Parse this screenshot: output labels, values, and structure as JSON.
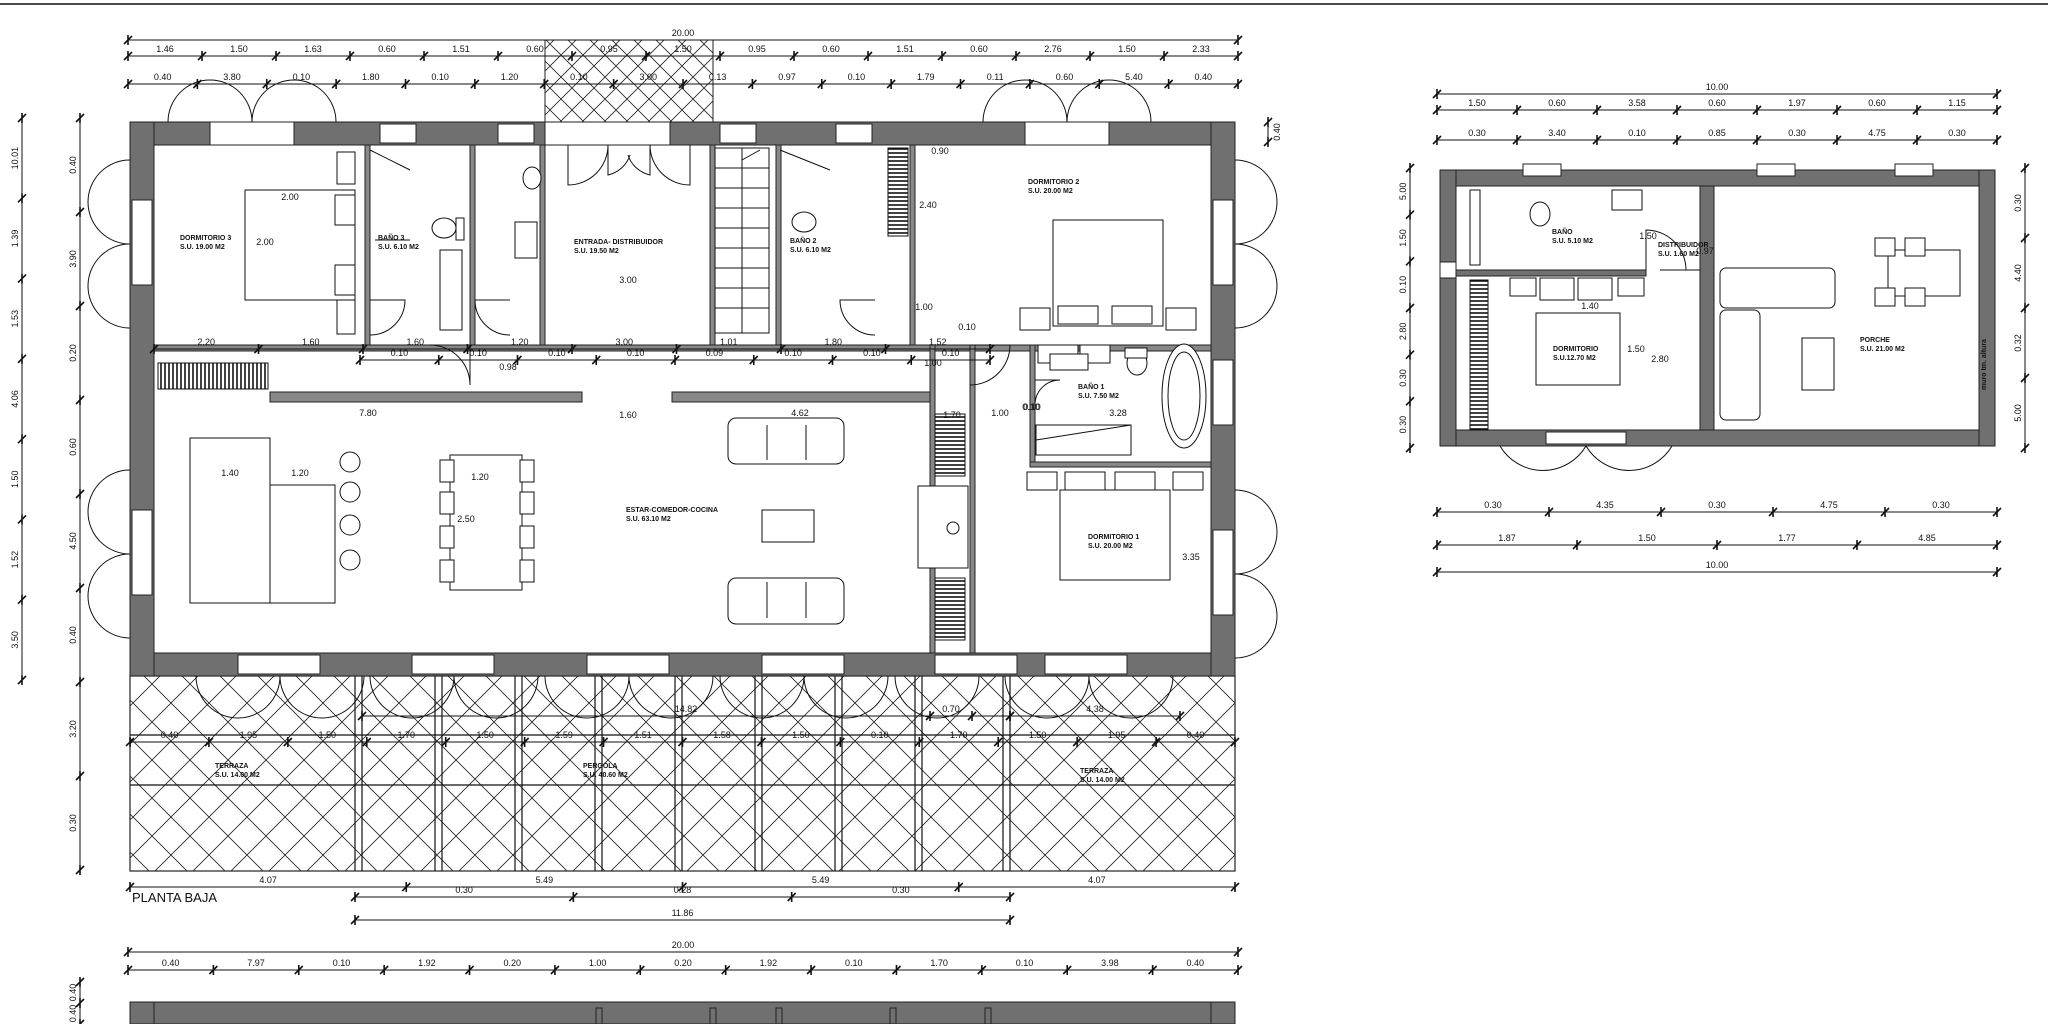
{
  "drawing": {
    "plan_label": "PLANTA BAJA",
    "wall_note": "muro tm. altura"
  },
  "rooms_main": [
    {
      "name": "DORMITORIO 3",
      "area": "S.U. 19.00 M2"
    },
    {
      "name": "BAÑO 3",
      "area": "S.U. 6.10 M2"
    },
    {
      "name": "ENTRADA- DISTRIBUIDOR",
      "area": "S.U. 19.50 M2"
    },
    {
      "name": "BAÑO 2",
      "area": "S.U. 6.10 M2"
    },
    {
      "name": "DORMITORIO 2",
      "area": "S.U. 20.00 M2"
    },
    {
      "name": "BAÑO 1",
      "area": "S.U. 7.50 M2"
    },
    {
      "name": "ESTAR-COMEDOR-COCINA",
      "area": "S.U. 63.10 M2"
    },
    {
      "name": "DORMITORIO 1",
      "area": "S.U. 20.00 M2"
    },
    {
      "name": "TERRAZA",
      "area": "S.U. 14.00 M2"
    },
    {
      "name": "PERGOLA",
      "area": "S.U. 40.60 M2"
    },
    {
      "name": "TERRAZA",
      "area": "S.U. 14.00 M2"
    }
  ],
  "rooms_annex": [
    {
      "name": "BAÑO",
      "area": "S.U. 5.10 M2"
    },
    {
      "name": "DISTRIBUIDOR",
      "area": "S.U. 1.60 M2"
    },
    {
      "name": "DORMITORIO",
      "area": "S.U.12.70 M2"
    },
    {
      "name": "PORCHE",
      "area": "S.U. 21.00 M2"
    }
  ],
  "dims": {
    "top": {
      "total": "20.00",
      "row1": [
        "1.46",
        "1.50",
        "1.63",
        "0.60",
        "1.51",
        "0.60",
        "0.95",
        "1.50",
        "0.95",
        "0.60",
        "1.51",
        "0.60",
        "2.76",
        "1.50",
        "2.33"
      ],
      "row2": [
        "0.40",
        "3.80",
        "0.10",
        "1.80",
        "0.10",
        "1.20",
        "0.10",
        "3.00",
        "0.13",
        "0.97",
        "0.10",
        "1.79",
        "0.11",
        "0.60",
        "5.40",
        "0.40"
      ]
    },
    "left_outer": [
      "10.01",
      "1.39",
      "1.53",
      "4.06",
      "1.50",
      "1.52",
      "3.50"
    ],
    "left_inner": [
      "0.40",
      "3.90",
      "0.20",
      "0.60",
      "4.50",
      "0.40",
      "3.20",
      "0.30"
    ],
    "right_top": "0.40",
    "interior_row": [
      "2.20",
      "1.60",
      "1.60",
      "1.20",
      "3.00",
      "1.01",
      "1.80",
      "1.52"
    ],
    "interior_small": [
      "0.10",
      "0.10",
      "0.10",
      "0.10",
      "0.09",
      "0.10",
      "0.10",
      "0.10"
    ],
    "interior_misc": [
      "2.00",
      "2.00",
      "3.00",
      "2.40",
      "0.90",
      "1.00",
      "1.00",
      "0.10",
      "0.98",
      "7.80",
      "1.60",
      "4.62",
      "1.70",
      "1.00",
      "0.10",
      "3.28",
      "1.40",
      "1.20",
      "1.20",
      "2.50",
      "3.35",
      "0.10"
    ],
    "terrace_row1": [
      "0.40",
      "1.95",
      "1.50",
      "1.70",
      "1.50",
      "1.59",
      "1.51",
      "1.58",
      "1.50",
      "0.10",
      "1.70",
      "1.50",
      "1.95",
      "0.40"
    ],
    "terrace_misc": [
      "14.82",
      "0.70",
      "4.38",
      "20.00"
    ],
    "bottom_row1": [
      "4.07",
      "5.49",
      "5.49",
      "4.07"
    ],
    "bottom_row2": [
      "0.30",
      "0.28",
      "0.30"
    ],
    "bottom_total": "11.86",
    "lower_total": "20.00",
    "lower_row": [
      "0.40",
      "7.97",
      "0.10",
      "1.92",
      "0.20",
      "1.00",
      "0.20",
      "1.92",
      "0.10",
      "1.70",
      "0.10",
      "3.98",
      "0.40"
    ],
    "lower_side": [
      "0.40",
      "0.40"
    ],
    "annex_top_total": "10.00",
    "annex_top_row1": [
      "1.50",
      "0.60",
      "3.58",
      "0.60",
      "1.97",
      "0.60",
      "1.15"
    ],
    "annex_top_row2": [
      "0.30",
      "3.40",
      "0.10",
      "0.85",
      "0.30",
      "4.75",
      "0.30"
    ],
    "annex_left": [
      "5.00",
      "1.50",
      "0.10",
      "2.80",
      "0.30",
      "0.30"
    ],
    "annex_right": [
      "0.30",
      "4.40",
      "0.32",
      "5.00"
    ],
    "annex_inner": [
      "1.40",
      "1.50",
      "1.50",
      "2.80",
      "0.97"
    ],
    "annex_bottom_row1": [
      "0.30",
      "4.35",
      "0.30",
      "4.75",
      "0.30"
    ],
    "annex_bottom_row2": [
      "1.87",
      "1.50",
      "1.77",
      "4.85"
    ],
    "annex_bottom_total": "10.00"
  }
}
